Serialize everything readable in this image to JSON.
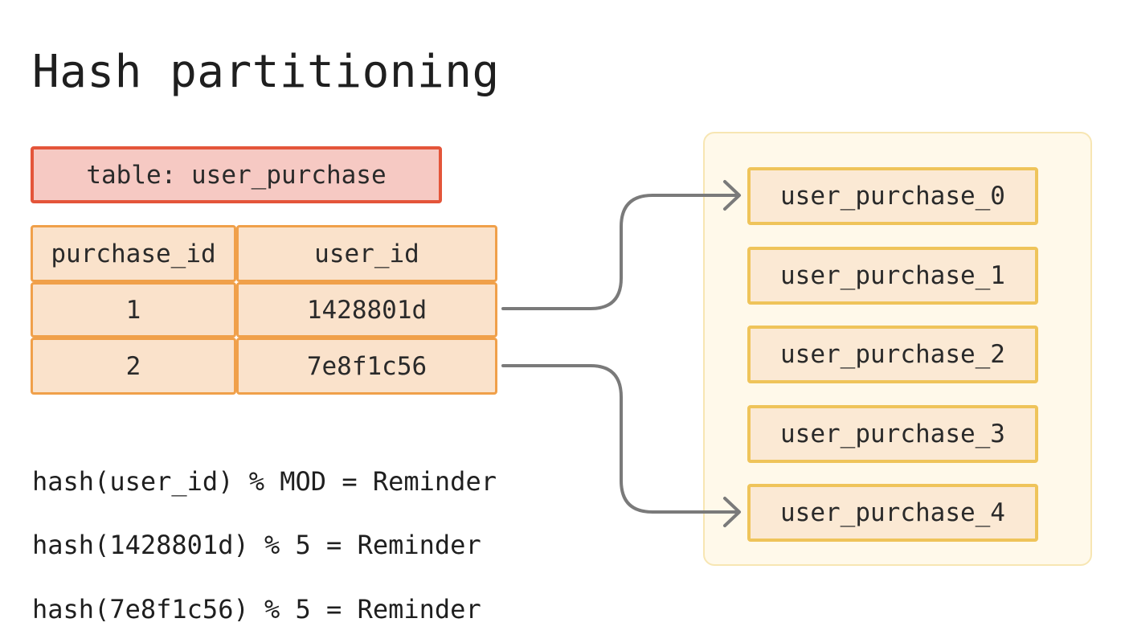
{
  "title": "Hash partitioning",
  "table": {
    "label": "table: user_purchase",
    "headers": [
      "purchase_id",
      "user_id"
    ],
    "rows": [
      {
        "purchase_id": "1",
        "user_id": "1428801d"
      },
      {
        "purchase_id": "2",
        "user_id": "7e8f1c56"
      }
    ]
  },
  "formulas": [
    "hash(user_id) % MOD = Reminder",
    "hash(1428801d) % 5 = Reminder",
    "hash(7e8f1c56) % 5 = Reminder"
  ],
  "partitions": [
    "user_purchase_0",
    "user_purchase_1",
    "user_purchase_2",
    "user_purchase_3",
    "user_purchase_4"
  ],
  "arrows": [
    {
      "from_row": 0,
      "to_partition": 0
    },
    {
      "from_row": 1,
      "to_partition": 4
    }
  ],
  "colors": {
    "table_label_fill": "#f6c9c3",
    "table_label_border": "#e4553a",
    "cell_fill": "#fae2cb",
    "cell_border": "#f0a04a",
    "partition_fill": "#fbe9d4",
    "partition_border": "#efc45a",
    "group_fill": "#fff9ea",
    "arrow": "#7a7a7a"
  }
}
